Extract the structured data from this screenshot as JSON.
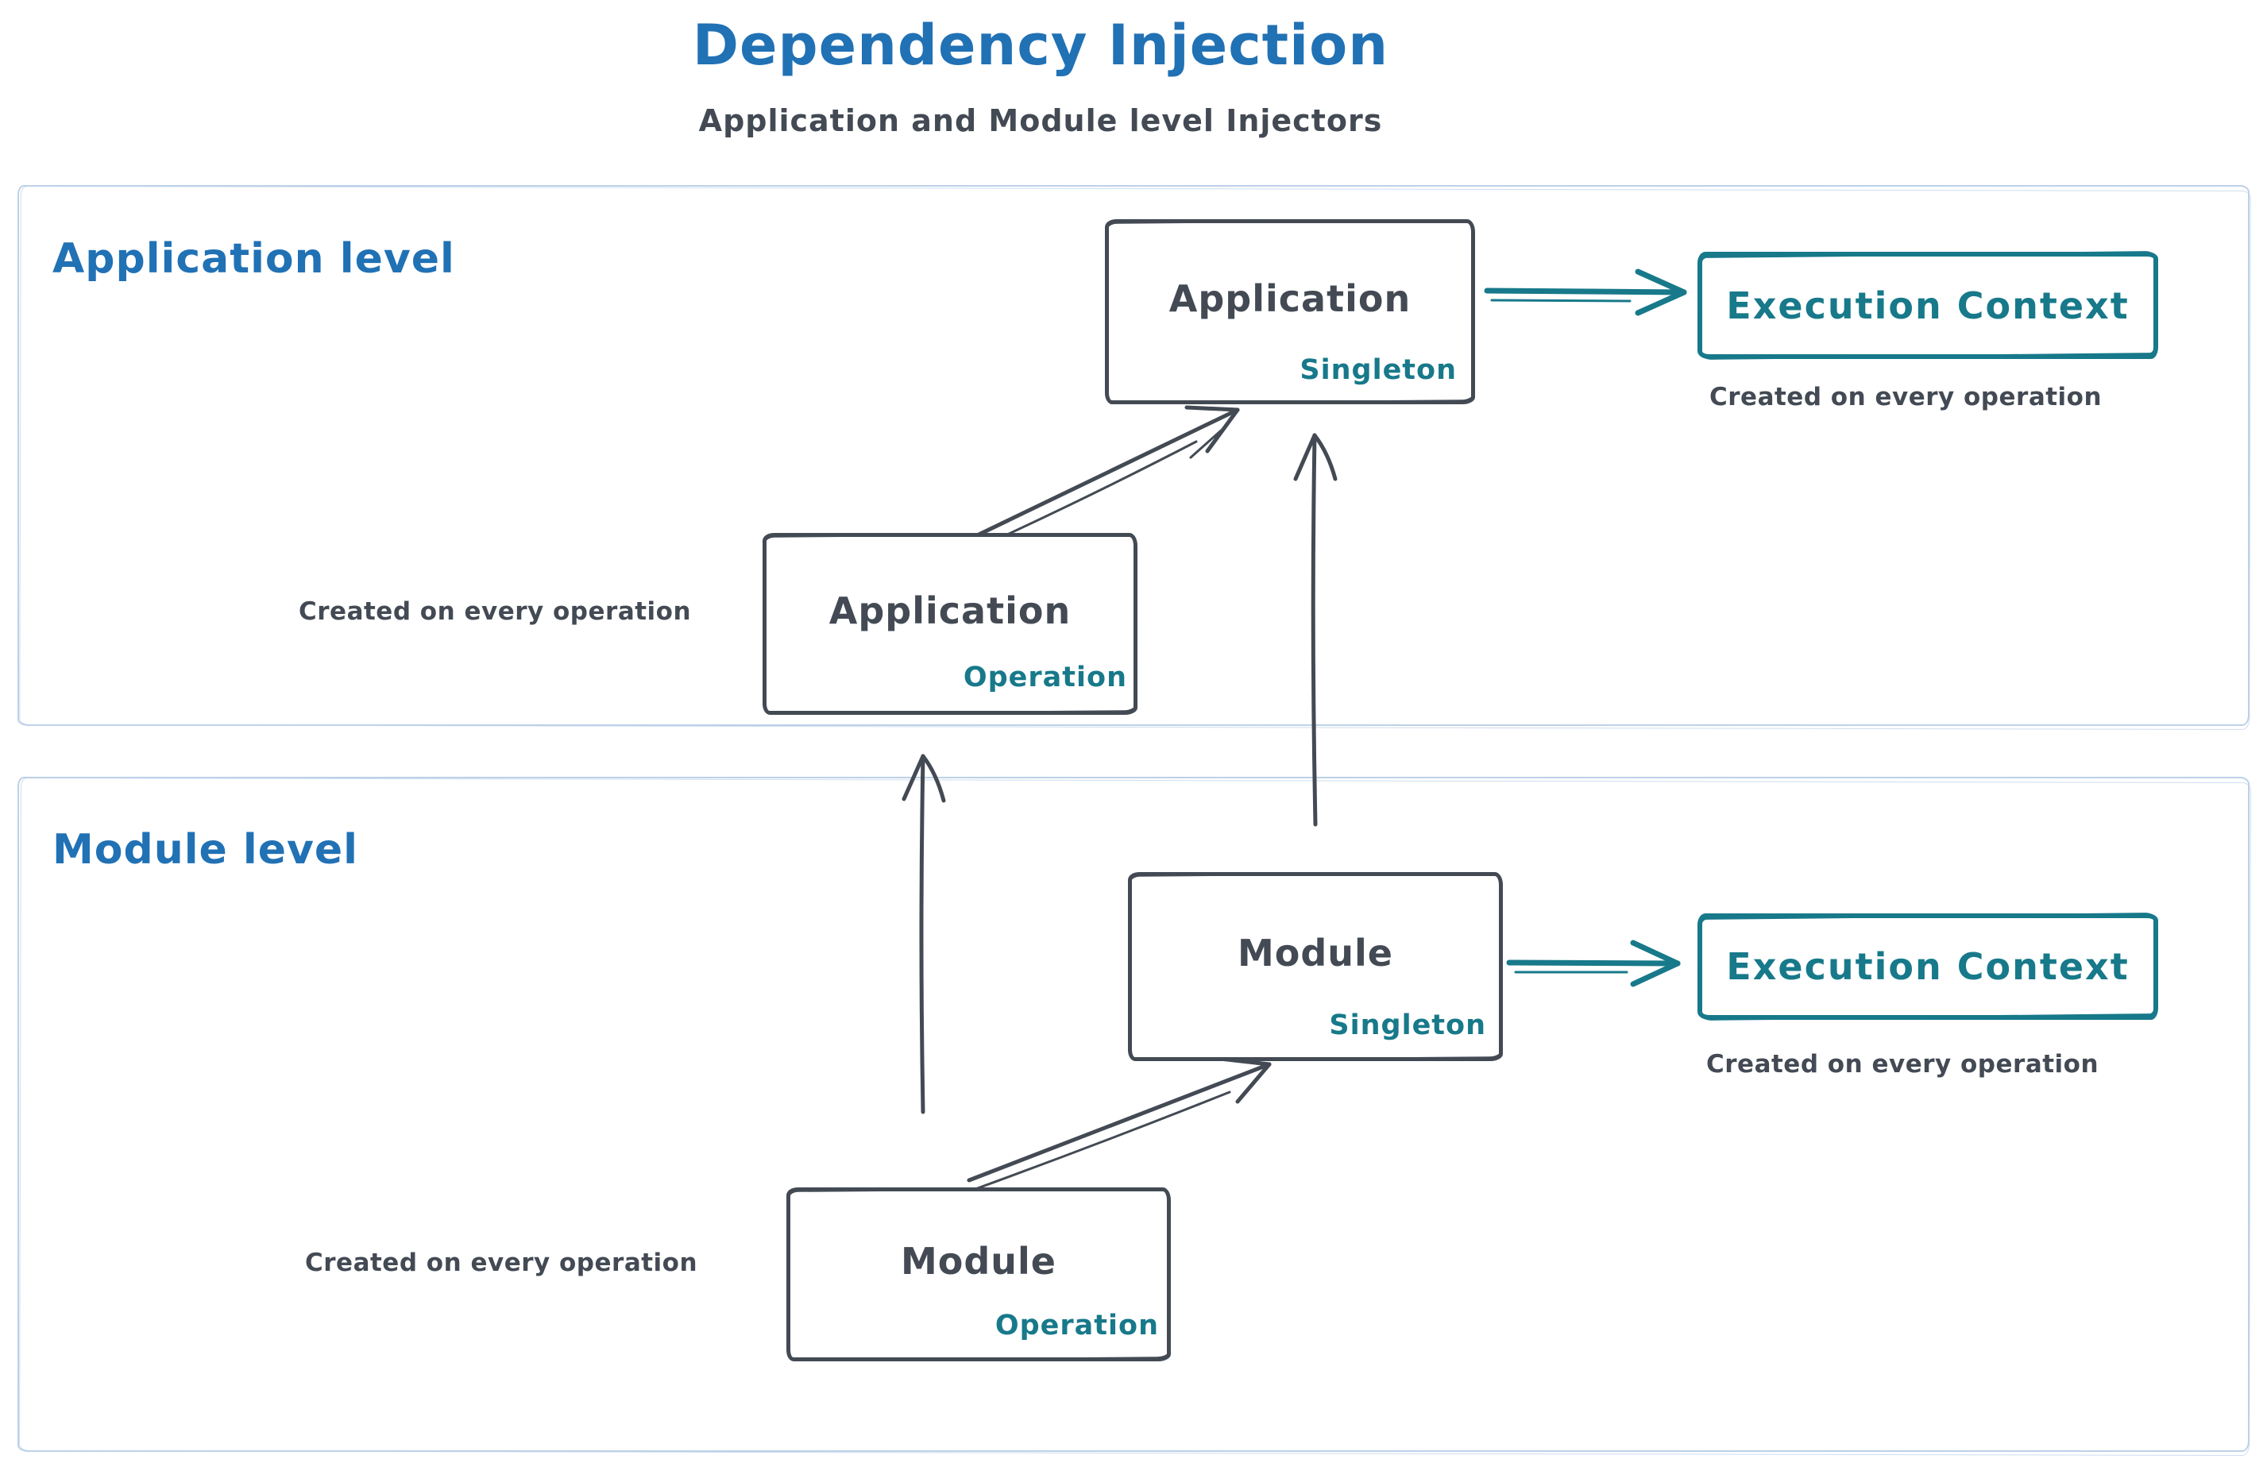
{
  "header": {
    "title": "Dependency Injection",
    "subtitle": "Application and Module level Injectors"
  },
  "application_level": {
    "label": "Application level",
    "singleton_node": {
      "name": "Application",
      "scope": "Singleton"
    },
    "operation_node": {
      "name": "Application",
      "scope": "Operation"
    },
    "operation_caption": "Created on every operation",
    "execution_context": {
      "label": "Execution Context",
      "caption": "Created on every operation"
    }
  },
  "module_level": {
    "label": "Module level",
    "singleton_node": {
      "name": "Module",
      "scope": "Singleton"
    },
    "operation_node": {
      "name": "Module",
      "scope": "Operation"
    },
    "operation_caption": "Created on every operation",
    "execution_context": {
      "label": "Execution Context",
      "caption": "Created on every operation"
    }
  },
  "connections": [
    {
      "from": "Application Operation",
      "to": "Application Singleton",
      "style": "sketch-dark"
    },
    {
      "from": "Module Singleton",
      "to": "Application Singleton",
      "style": "sketch-dark"
    },
    {
      "from": "Application Singleton",
      "to": "Execution Context (application)",
      "style": "sketch-teal"
    },
    {
      "from": "Module Operation",
      "to": "Module Singleton",
      "style": "sketch-dark"
    },
    {
      "from": "Module Operation",
      "to": "Application Operation",
      "style": "sketch-dark"
    },
    {
      "from": "Module Singleton",
      "to": "Execution Context (module)",
      "style": "sketch-teal"
    }
  ],
  "colors": {
    "accent_blue": "#2171b5",
    "ink_dark": "#434a54",
    "accent_teal": "#17798a",
    "container_border": "#bdd1e8",
    "background": "#ffffff"
  }
}
